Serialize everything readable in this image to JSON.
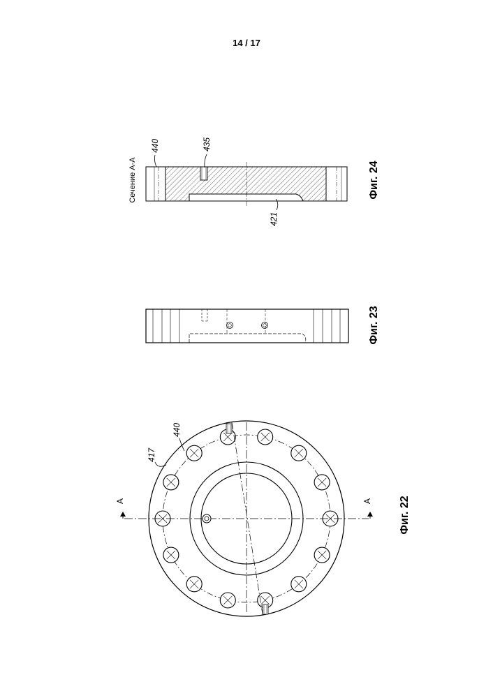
{
  "page": {
    "number": "14 / 17"
  },
  "figures": {
    "fig22": {
      "caption": "Фиг. 22",
      "refs": {
        "flange": "417",
        "hole": "440"
      },
      "section_marker": "A"
    },
    "fig23": {
      "caption": "Фиг. 23"
    },
    "fig24": {
      "caption": "Фиг. 24",
      "section_title": "Сечение А-А",
      "refs": {
        "hole": "440",
        "pin": "435",
        "recess": "421"
      }
    }
  }
}
